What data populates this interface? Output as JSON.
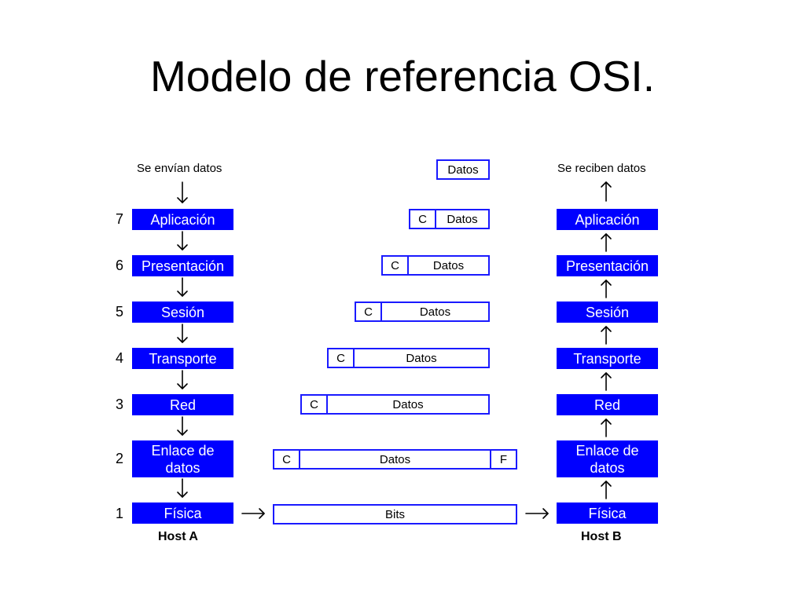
{
  "title": "Modelo de referencia OSI.",
  "host_a": {
    "caption": "Se envían datos",
    "label": "Host A",
    "layers": [
      {
        "num": "7",
        "name": "Aplicación"
      },
      {
        "num": "6",
        "name": "Presentación"
      },
      {
        "num": "5",
        "name": "Sesión"
      },
      {
        "num": "4",
        "name": "Transporte"
      },
      {
        "num": "3",
        "name": "Red"
      },
      {
        "num": "2",
        "name": "Enlace de\ndatos"
      },
      {
        "num": "1",
        "name": "Física"
      }
    ]
  },
  "host_b": {
    "caption": "Se reciben datos",
    "label": "Host B",
    "layers": [
      {
        "name": "Aplicación"
      },
      {
        "name": "Presentación"
      },
      {
        "name": "Sesión"
      },
      {
        "name": "Transporte"
      },
      {
        "name": "Red"
      },
      {
        "name": "Enlace de\ndatos"
      },
      {
        "name": "Física"
      }
    ]
  },
  "packets": {
    "data_only": "Datos",
    "header": "C",
    "data": "Datos",
    "trailer": "F",
    "bits": "Bits"
  },
  "colors": {
    "layer_fill": "#0000ff",
    "layer_text": "#ffffff",
    "packet_border": "#1a1aff"
  }
}
